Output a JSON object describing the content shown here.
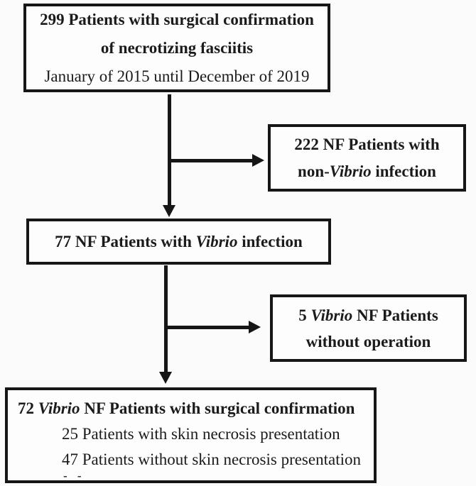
{
  "figure": {
    "type": "patient-flow-diagram",
    "colors": {
      "ink": "#161616",
      "text": "#1b1b1b",
      "background": "#fbfbfb",
      "box_background": "#fdfdfd"
    },
    "boxes": [
      {
        "name": "total-patients",
        "lines": [
          {
            "segments": [
              {
                "text": "299 Patients with surgical confirmation",
                "style": "bold"
              }
            ]
          },
          {
            "segments": [
              {
                "text": "of necrotizing fasciitis",
                "style": "bold"
              }
            ]
          },
          {
            "segments": [
              {
                "text": "January of 2015 until December of 2019",
                "style": "regular"
              }
            ]
          }
        ]
      },
      {
        "name": "non-vibrio-excluded",
        "lines": [
          {
            "segments": [
              {
                "text": "222 NF Patients with",
                "style": "bold"
              }
            ]
          },
          {
            "segments": [
              {
                "text": "non-",
                "style": "bold"
              },
              {
                "text": "Vibrio",
                "style": "bold-italic"
              },
              {
                "text": " infection",
                "style": "bold"
              }
            ]
          }
        ]
      },
      {
        "name": "vibrio-infection",
        "lines": [
          {
            "segments": [
              {
                "text": "77 NF Patients with ",
                "style": "bold"
              },
              {
                "text": "Vibrio",
                "style": "bold-italic"
              },
              {
                "text": " infection",
                "style": "bold"
              }
            ]
          }
        ]
      },
      {
        "name": "without-operation-excluded",
        "lines": [
          {
            "segments": [
              {
                "text": "5 ",
                "style": "bold"
              },
              {
                "text": "Vibrio",
                "style": "bold-italic"
              },
              {
                "text": " NF Patients",
                "style": "bold"
              }
            ]
          },
          {
            "segments": [
              {
                "text": "without operation",
                "style": "bold"
              }
            ]
          }
        ]
      },
      {
        "name": "surgical-confirmation",
        "lines": [
          {
            "segments": [
              {
                "text": "72 ",
                "style": "bold"
              },
              {
                "text": "Vibrio",
                "style": "bold-italic"
              },
              {
                "text": " NF Patients with surgical confirmation",
                "style": "bold"
              }
            ]
          },
          {
            "segments": [
              {
                "text": "25 Patients with skin necrosis presentation",
                "style": "regular"
              }
            ]
          },
          {
            "segments": [
              {
                "text": "47 Patients without skin necrosis presentation",
                "style": "regular"
              }
            ]
          }
        ],
        "clipped_line_fragment": "- -"
      }
    ]
  }
}
